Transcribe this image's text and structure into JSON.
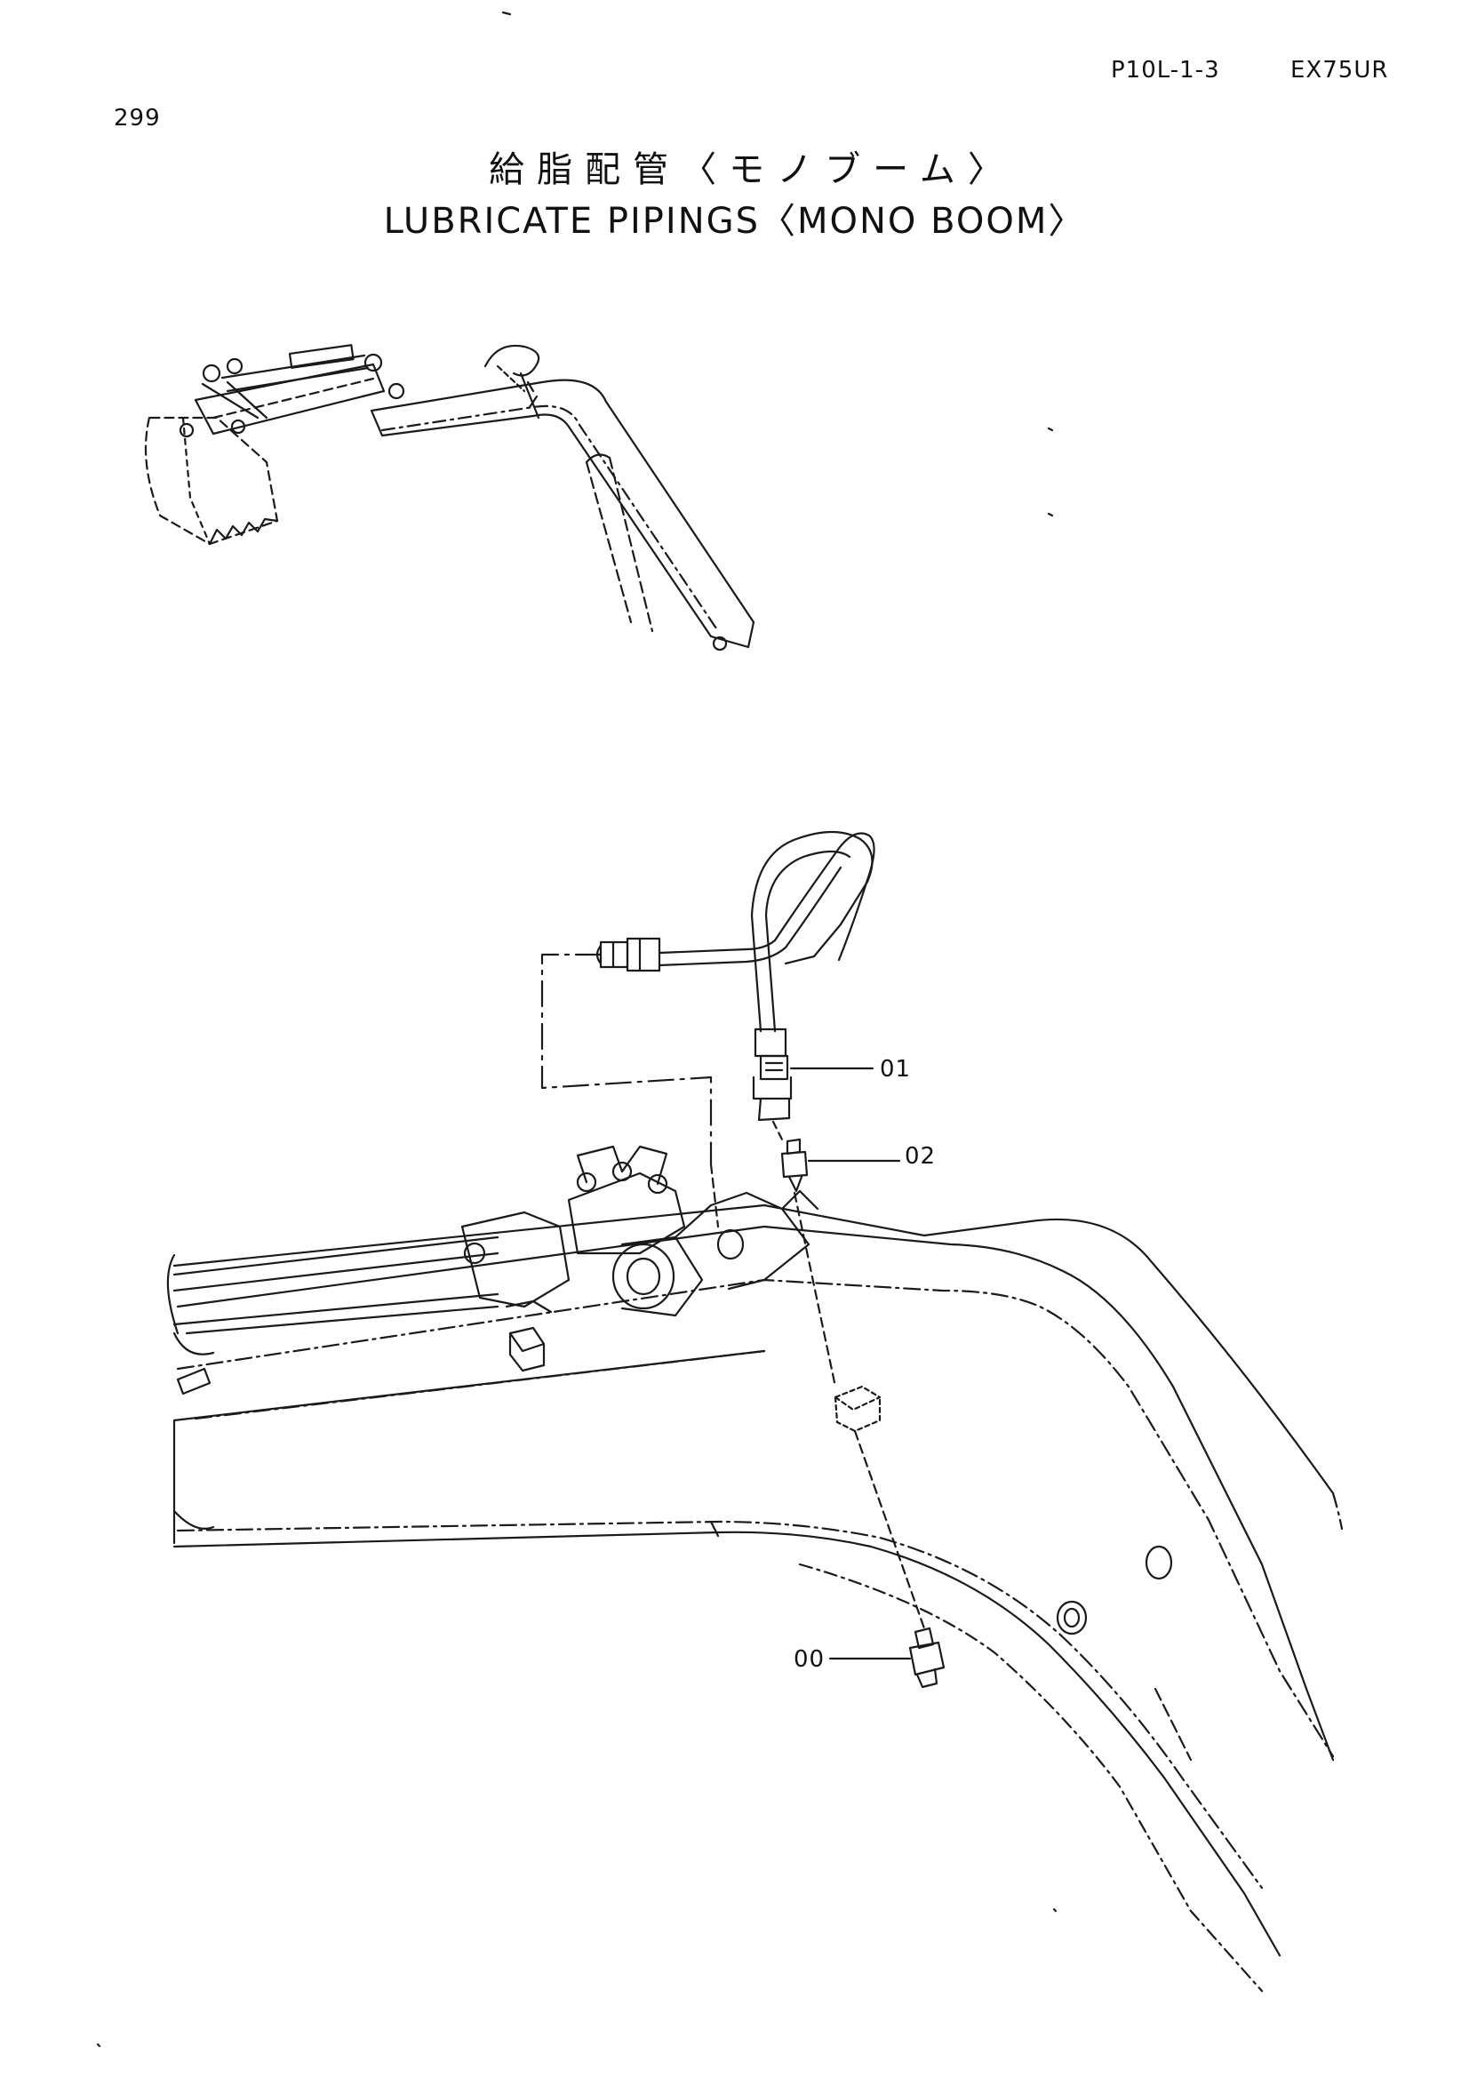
{
  "header": {
    "page_number": "299",
    "doc_code": "P10L-1-3",
    "model": "EX75UR"
  },
  "title": {
    "japanese": "給脂配管〈モノブーム〉",
    "english": "LUBRICATE PIPINGS〈MONO BOOM〉"
  },
  "callouts": [
    {
      "id": "01"
    },
    {
      "id": "02"
    },
    {
      "id": "00"
    }
  ]
}
